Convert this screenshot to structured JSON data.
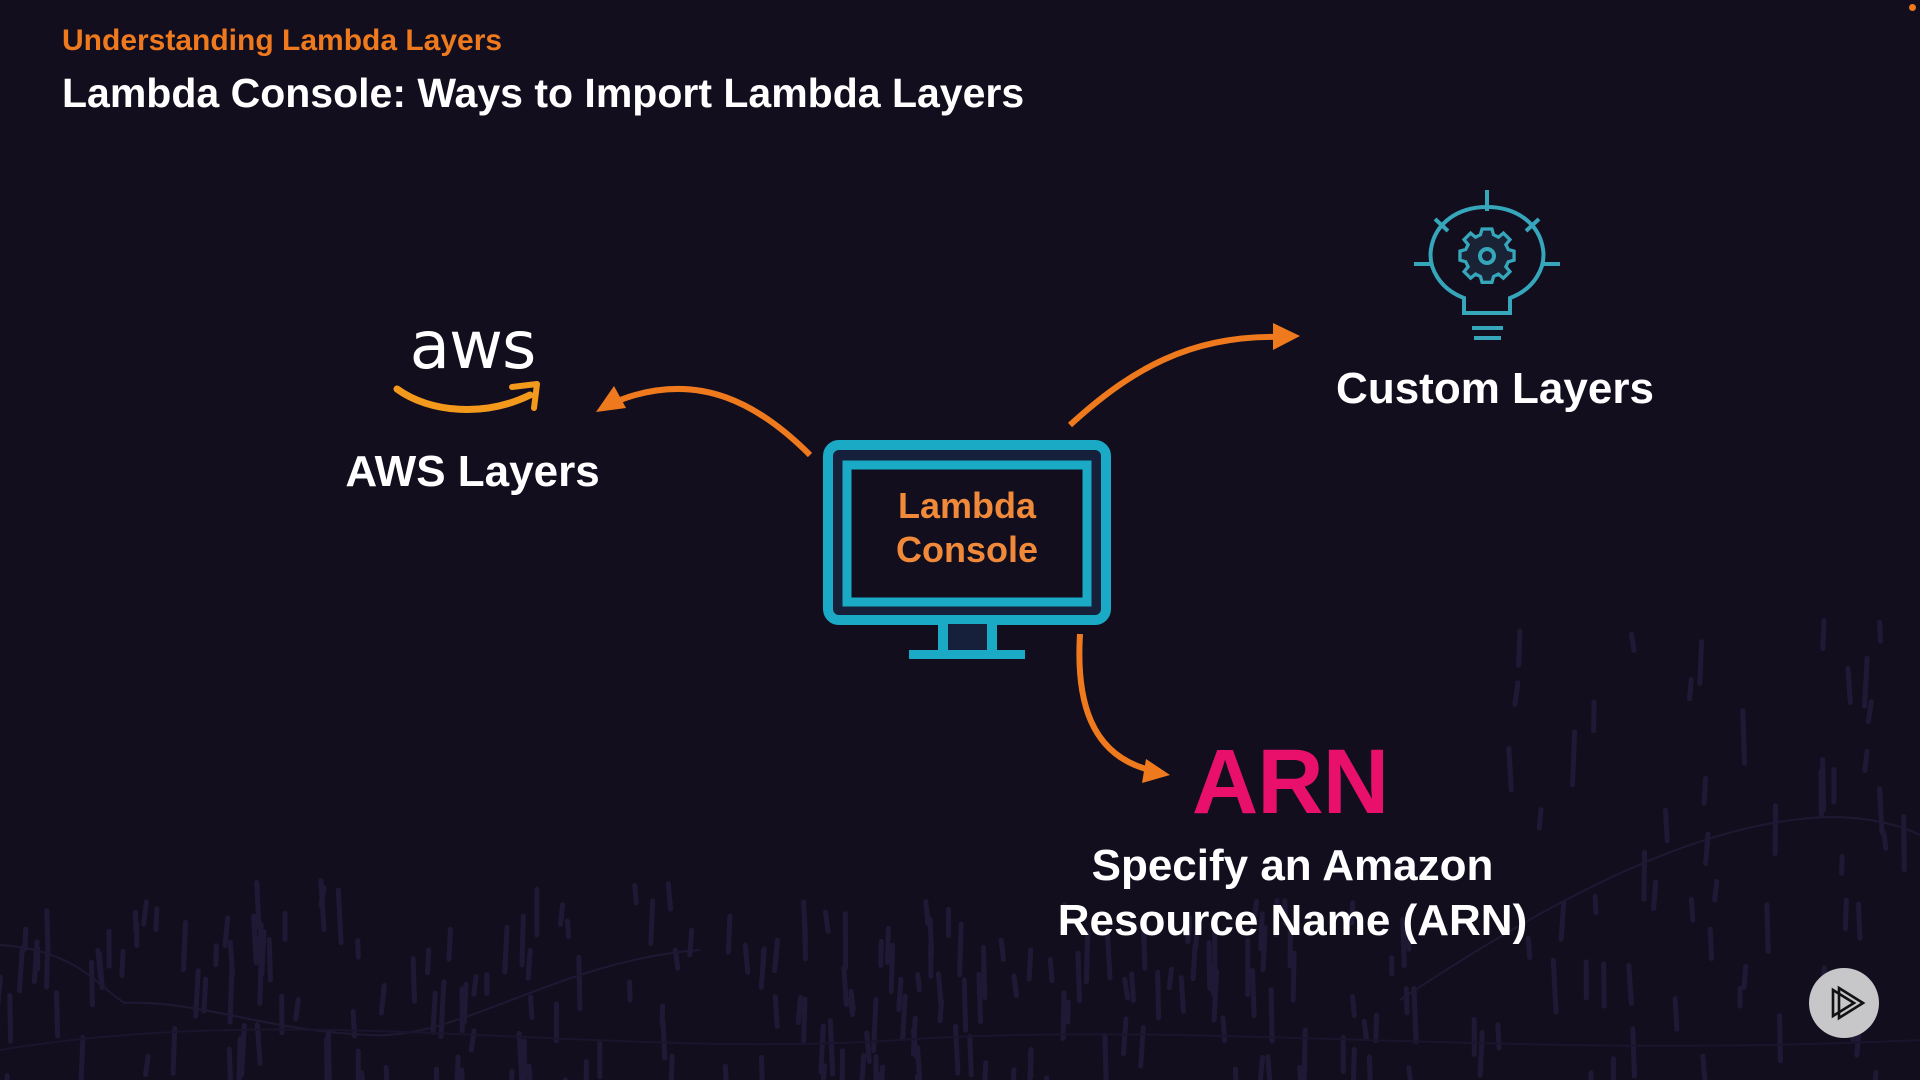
{
  "header": {
    "kicker": "Understanding Lambda Layers",
    "title": "Lambda Console: Ways to Import Lambda Layers"
  },
  "center": {
    "icon": "monitor-icon",
    "label_line1": "Lambda",
    "label_line2": "Console"
  },
  "options": [
    {
      "id": "aws",
      "icon": "aws-logo",
      "logo_text": "aws",
      "label": "AWS Layers"
    },
    {
      "id": "custom",
      "icon": "lightbulb-gear-icon",
      "label": "Custom Layers"
    },
    {
      "id": "arn",
      "headline": "ARN",
      "label_line1": "Specify an Amazon",
      "label_line2": "Resource Name (ARN)"
    }
  ],
  "controls": {
    "play_icon": "pluralsight-play-icon"
  },
  "colors": {
    "background": "#120e1e",
    "accent_orange": "#ef7a1e",
    "teal": "#1aaac6",
    "arn_pink": "#e8106b",
    "text_white": "#ffffff"
  }
}
